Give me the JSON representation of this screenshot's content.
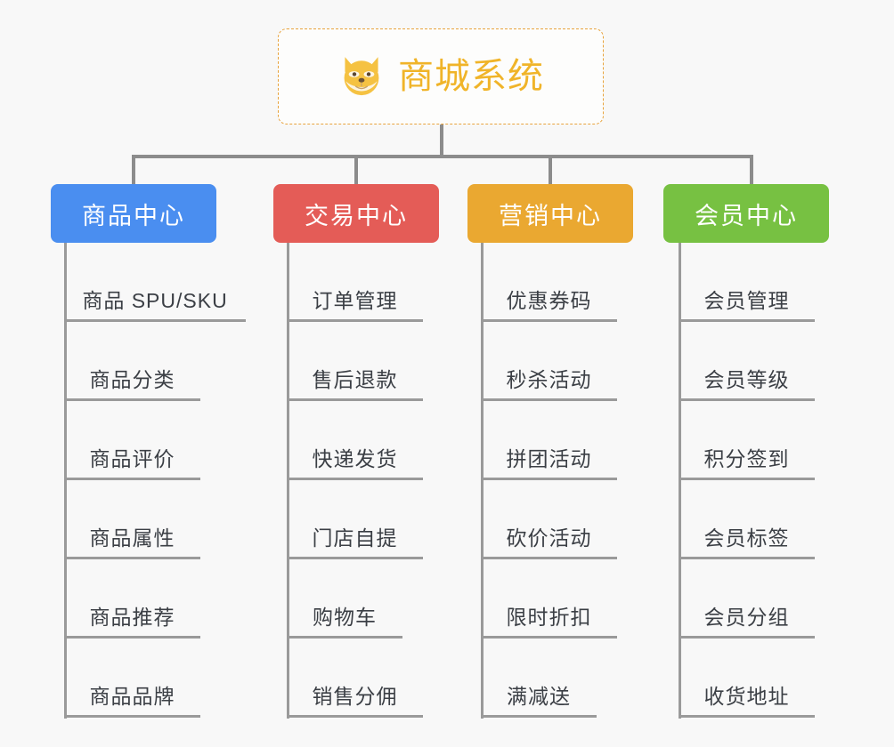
{
  "diagram": {
    "type": "mind-map",
    "background_color": "#f8f8f8",
    "connector_color": "#8c8c8c"
  },
  "root": {
    "title": "商城系统",
    "icon": "shiba-dog-face-icon",
    "text_color": "#f0b429",
    "border_color": "#e8a33d",
    "border_style": "dashed"
  },
  "branches": [
    {
      "label": "商品中心",
      "color": "#4a8ef0",
      "items": [
        "商品 SPU/SKU",
        "商品分类",
        "商品评价",
        "商品属性",
        "商品推荐",
        "商品品牌"
      ]
    },
    {
      "label": "交易中心",
      "color": "#e45c57",
      "items": [
        "订单管理",
        "售后退款",
        "快递发货",
        "门店自提",
        "购物车",
        "销售分佣"
      ]
    },
    {
      "label": "营销中心",
      "color": "#eaa831",
      "items": [
        "优惠券码",
        "秒杀活动",
        "拼团活动",
        "砍价活动",
        "限时折扣",
        "满减送"
      ]
    },
    {
      "label": "会员中心",
      "color": "#77c142",
      "items": [
        "会员管理",
        "会员等级",
        "积分签到",
        "会员标签",
        "会员分组",
        "收货地址"
      ]
    }
  ]
}
